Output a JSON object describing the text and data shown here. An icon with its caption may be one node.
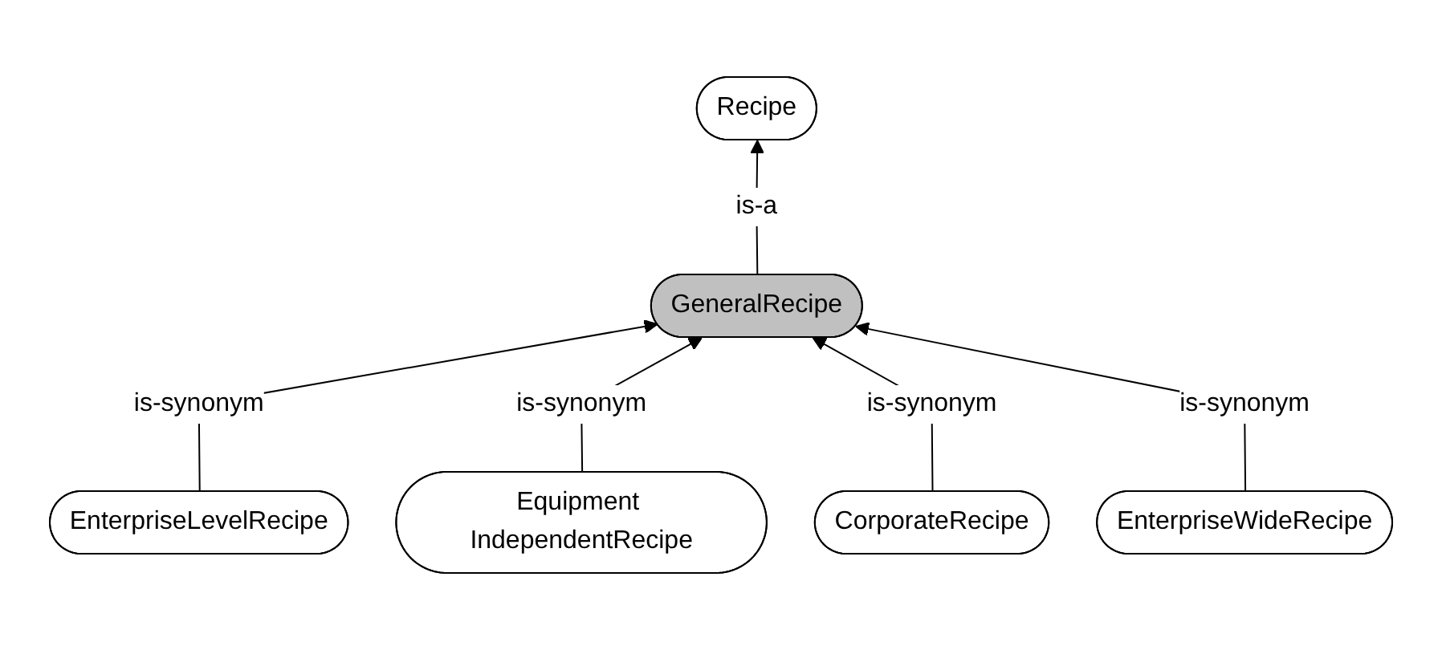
{
  "diagram": {
    "nodes": [
      {
        "text": [
          "Recipe"
        ]
      },
      {
        "text": [
          "GeneralRecipe"
        ]
      },
      {
        "text": [
          "EnterpriseLevelRecipe"
        ]
      },
      {
        "text": [
          "Equipment IndependentRecipe"
        ]
      },
      {
        "text": [
          "CorporateRecipe"
        ]
      },
      {
        "text": [
          "EnterpriseWideRecipe"
        ]
      }
    ],
    "edges": [
      {
        "from": 1,
        "to": 0,
        "arrow": "to",
        "label": "is-a"
      },
      {
        "from": 2,
        "to": 1,
        "arrow": "to",
        "label": "is-synonym"
      },
      {
        "from": 3,
        "to": 1,
        "arrow": "to",
        "label": "is-synonym"
      },
      {
        "from": 4,
        "to": 1,
        "arrow": "to",
        "label": "is-synonym"
      },
      {
        "from": 5,
        "to": 1,
        "arrow": "to",
        "label": "is-synonym"
      }
    ]
  }
}
